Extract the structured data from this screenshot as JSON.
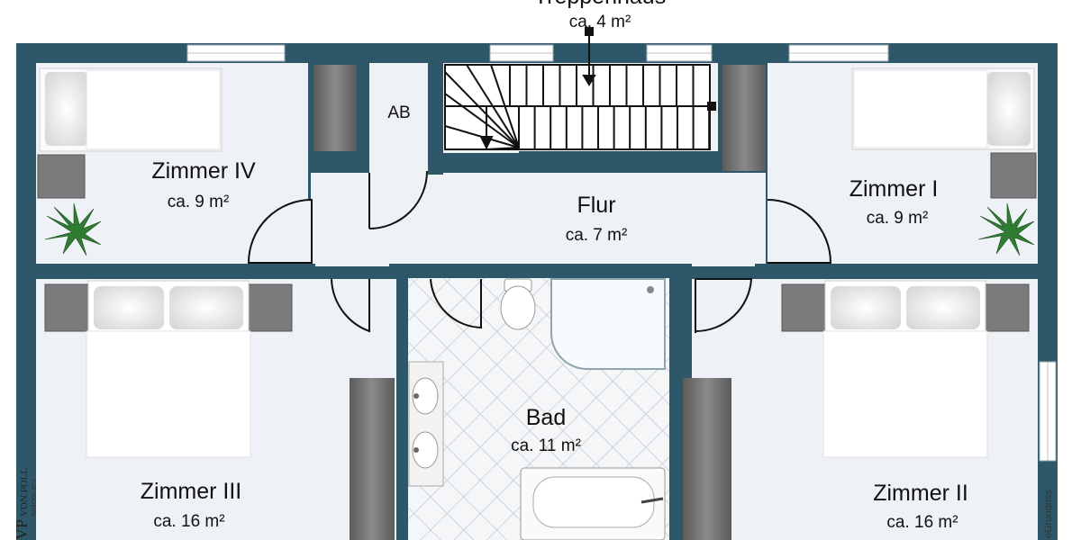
{
  "colors": {
    "wall": "#2e5869",
    "floor": "#eef1f5",
    "tile_line": "#bfc6cf",
    "furniture_dark": "#6e6e6e",
    "bed_white": "#ffffff"
  },
  "top_label": {
    "name": "Treppenhaus",
    "area": "ca. 4 m²"
  },
  "rooms": {
    "zimmer_iv": {
      "name": "Zimmer IV",
      "area": "ca. 9 m²"
    },
    "ab": {
      "name": "AB"
    },
    "flur": {
      "name": "Flur",
      "area": "ca. 7 m²"
    },
    "zimmer_i": {
      "name": "Zimmer I",
      "area": "ca. 9 m²"
    },
    "zimmer_iii": {
      "name": "Zimmer III",
      "area": "ca. 16 m²"
    },
    "bad": {
      "name": "Bad",
      "area": "ca. 11 m²"
    },
    "zimmer_ii": {
      "name": "Zimmer II",
      "area": "ca. 16 m²"
    }
  },
  "watermark": {
    "logo_initials": "VP",
    "logo_line1": "VON POLL",
    "logo_line2": "IMMOBILIEN",
    "source": "eGrundriss"
  }
}
